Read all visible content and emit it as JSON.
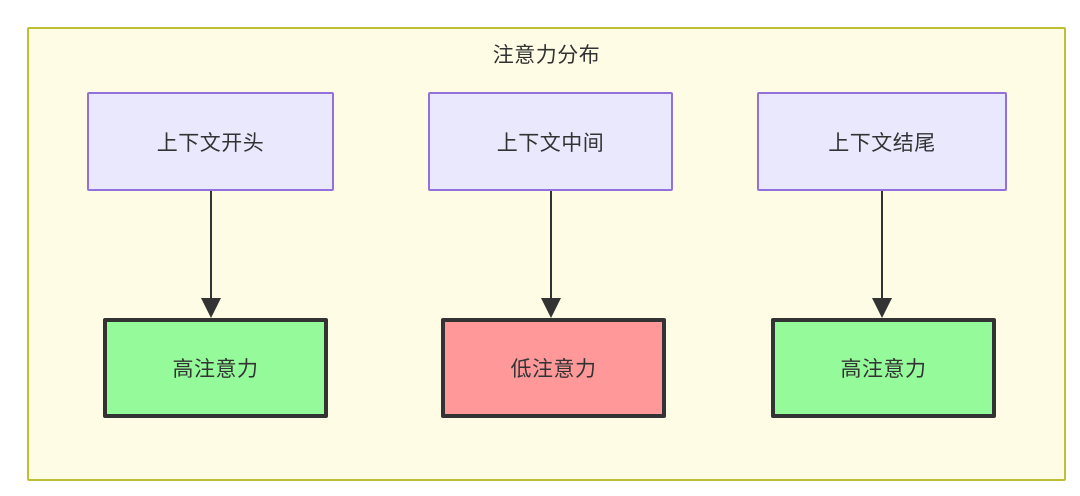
{
  "diagram": {
    "title": "注意力分布",
    "container_fill": "#fffce5",
    "container_border": "#bfbf35",
    "nodes": {
      "context": [
        {
          "id": "ctx-start",
          "label": "上下文开头",
          "fill": "#eae8fd",
          "border": "#9370db"
        },
        {
          "id": "ctx-middle",
          "label": "上下文中间",
          "fill": "#eae8fd",
          "border": "#9370db"
        },
        {
          "id": "ctx-end",
          "label": "上下文结尾",
          "fill": "#eae8fd",
          "border": "#9370db"
        }
      ],
      "attention": [
        {
          "id": "att-high-1",
          "label": "高注意力",
          "fill": "#94fa9a",
          "border": "#333333"
        },
        {
          "id": "att-low",
          "label": "低注意力",
          "fill": "#ff9999",
          "border": "#333333"
        },
        {
          "id": "att-high-2",
          "label": "高注意力",
          "fill": "#94fa9a",
          "border": "#333333"
        }
      ]
    },
    "edges": [
      {
        "from": "ctx-start",
        "to": "att-high-1",
        "label": ""
      },
      {
        "from": "ctx-middle",
        "to": "att-low",
        "label": ""
      },
      {
        "from": "ctx-end",
        "to": "att-high-2",
        "label": ""
      }
    ]
  }
}
